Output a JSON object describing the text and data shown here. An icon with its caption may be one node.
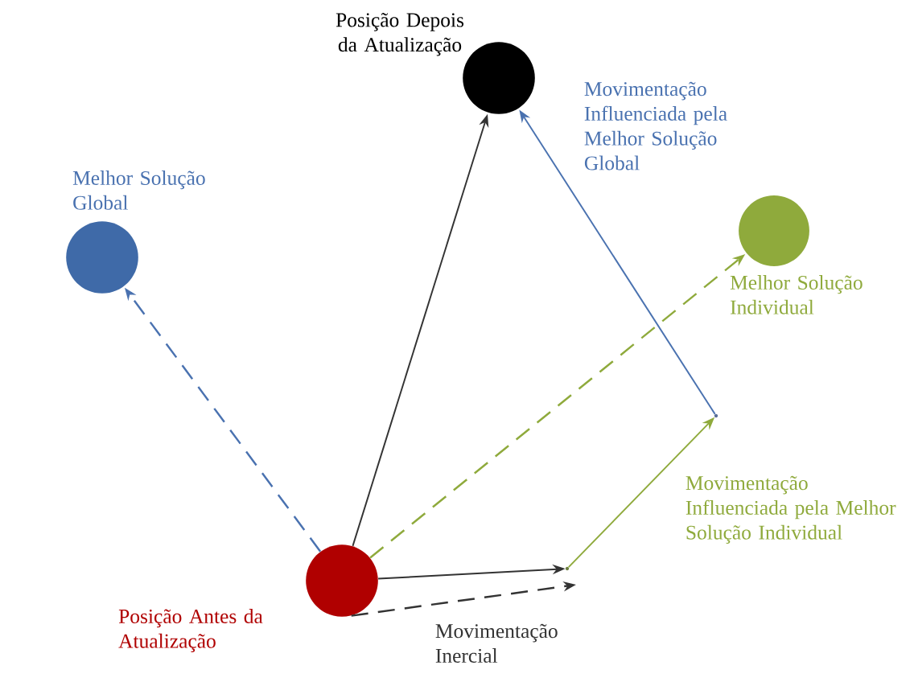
{
  "diagram": {
    "nodes": [
      {
        "text": [
          "Posição Depois da Atualização"
        ]
      },
      {
        "text": [
          "Melhor Solução Global"
        ]
      },
      {
        "text": [
          "Melhor Solução Individual"
        ]
      },
      {
        "text": [
          "Posição Antes da Atualização"
        ]
      },
      {
        "text": [],
        "shape": "point"
      },
      {
        "text": [],
        "shape": "point"
      }
    ],
    "edges": [
      {
        "from": 3,
        "to": 0,
        "arrow": "to"
      },
      {
        "from": 3,
        "to": 1,
        "arrow": "to",
        "style": "dashed",
        "color": "#4a72b0"
      },
      {
        "from": 3,
        "to": 2,
        "arrow": "to",
        "style": "dashed",
        "color": "#8faa3c"
      },
      {
        "from": 3,
        "to": 4,
        "arrow": "to"
      },
      {
        "from": 4,
        "to": 5,
        "arrow": "to",
        "color": "#8faa3c",
        "label": "Movimentação Influenciada pela Melhor Solução Individual"
      },
      {
        "from": 5,
        "to": 0,
        "arrow": "to",
        "color": "#4a72b0",
        "label": "Movimentação Influenciada pela Melhor Solução Global"
      },
      {
        "from": 3,
        "to": null,
        "arrow": "to",
        "style": "dashed",
        "label": "Movimentação Inercial"
      }
    ]
  }
}
